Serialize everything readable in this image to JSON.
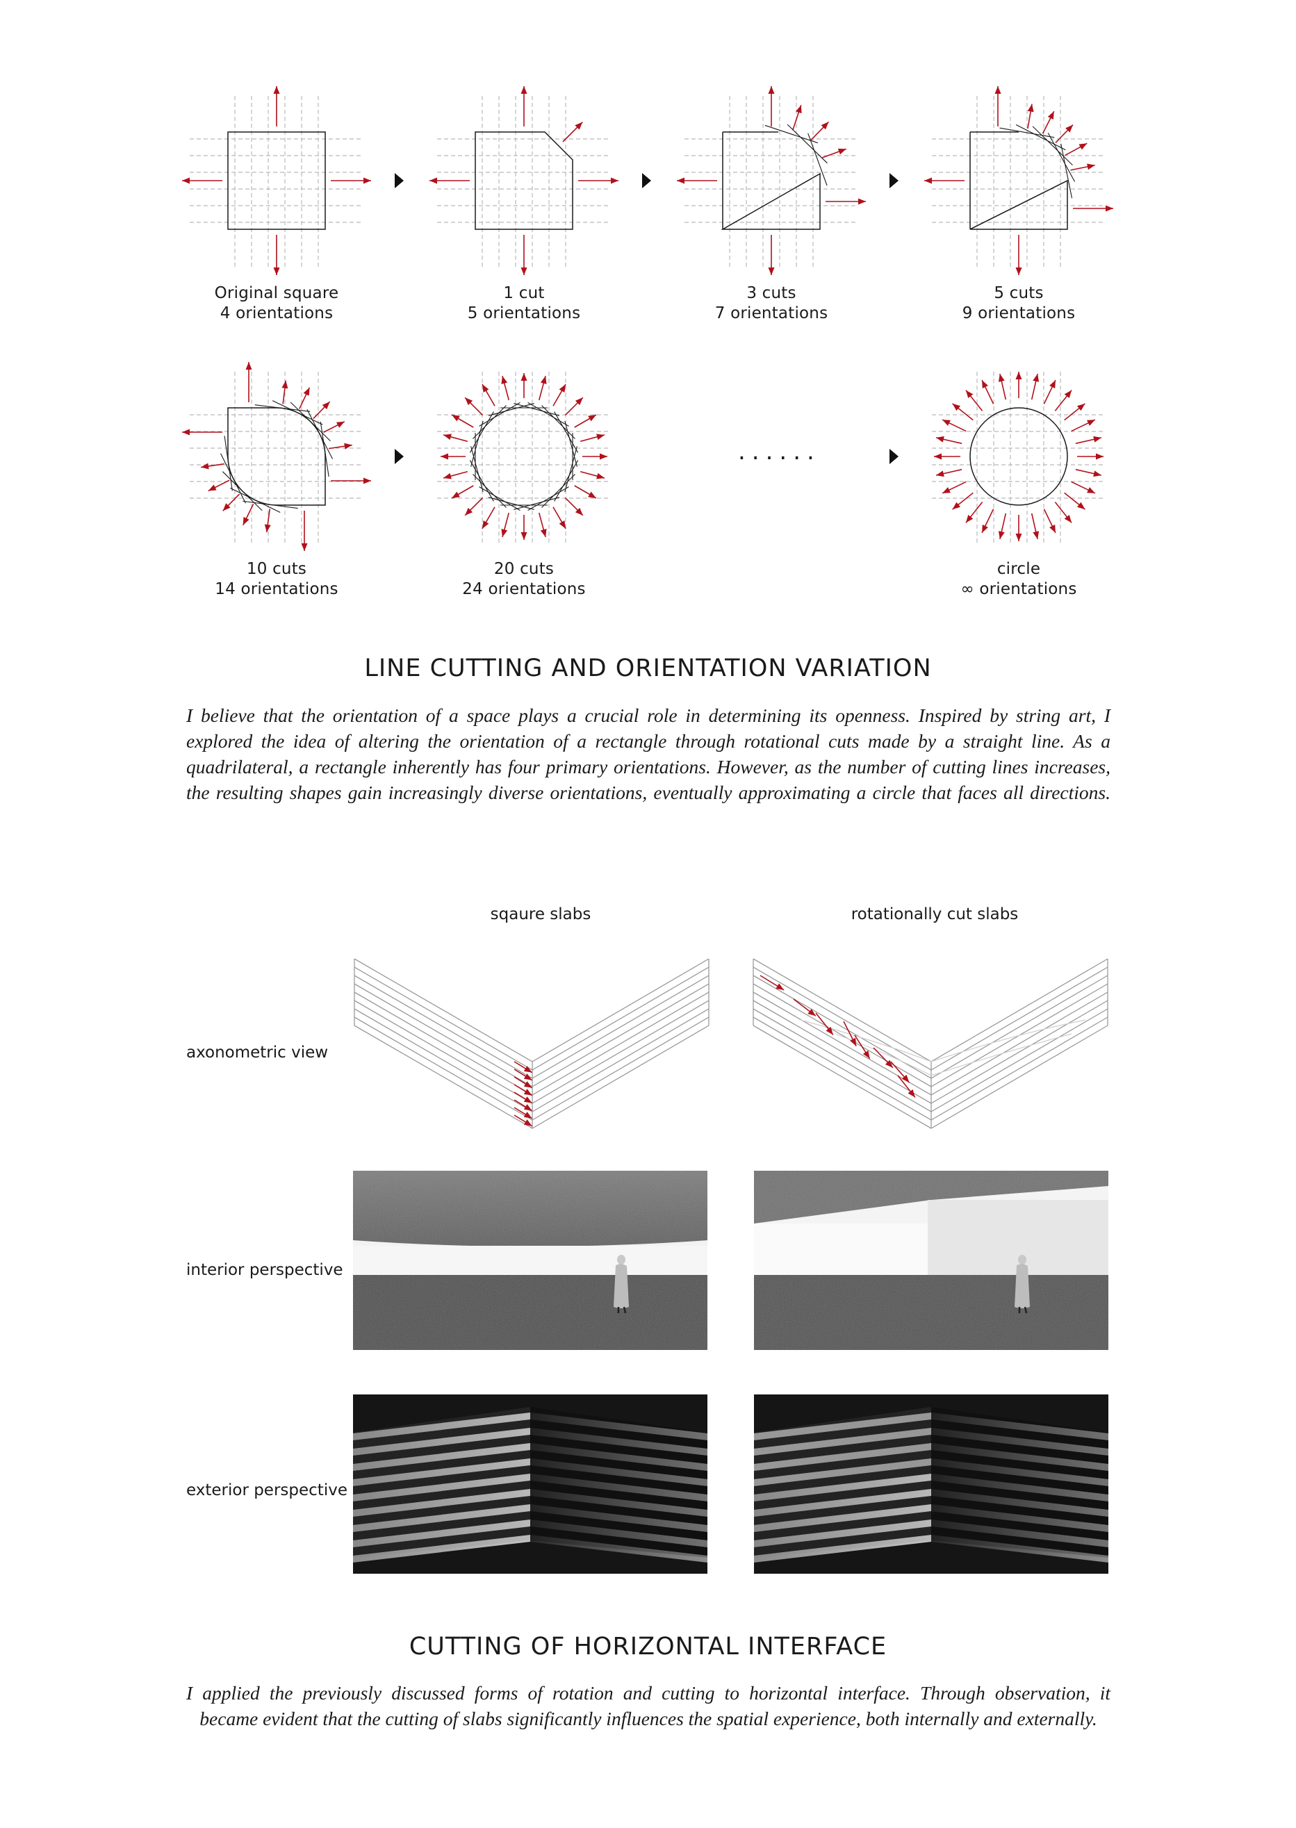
{
  "orientation_diagrams": [
    {
      "line1": "Original square",
      "line2": "4 orientations"
    },
    {
      "line1": "1 cut",
      "line2": "5 orientations"
    },
    {
      "line1": "3 cuts",
      "line2": "7 orientations"
    },
    {
      "line1": "5 cuts",
      "line2": "9 orientations"
    },
    {
      "line1": "10 cuts",
      "line2": "14 orientations"
    },
    {
      "line1": "20 cuts",
      "line2": "24 orientations"
    },
    {
      "line1": "circle",
      "line2": "∞ orientations"
    }
  ],
  "ellipsis": "......",
  "section1": {
    "title": "LINE CUTTING AND ORIENTATION VARIATION",
    "lines": [
      "I believe that the orientation of a space plays a crucial role in determining its openness. Inspired by string art, I",
      "explored the idea of altering the orientation of a rectangle through rotational cuts made by a straight line. As a",
      "quadrilateral, a rectangle inherently has four primary orientations. However, as the number of cutting lines increases,",
      "the resulting shapes gain increasingly diverse orientations, eventually approximating a circle that faces all directions."
    ]
  },
  "comparison": {
    "columns": [
      "sqaure slabs",
      "rotationally cut slabs"
    ],
    "rows": [
      "axonometric view",
      "interior perspective",
      "exterior perspective"
    ]
  },
  "section2": {
    "title": "CUTTING OF HORIZONTAL INTERFACE",
    "lines": [
      "I applied the previously discussed forms of rotation and cutting to horizontal interface. Through observation, it",
      "became evident that the cutting of slabs significantly influences the spatial experience, both internally and externally."
    ]
  },
  "colors": {
    "arrow_red": "#b0111b",
    "grid_grey": "#b9b9b9",
    "ink": "#1a1a1a"
  }
}
